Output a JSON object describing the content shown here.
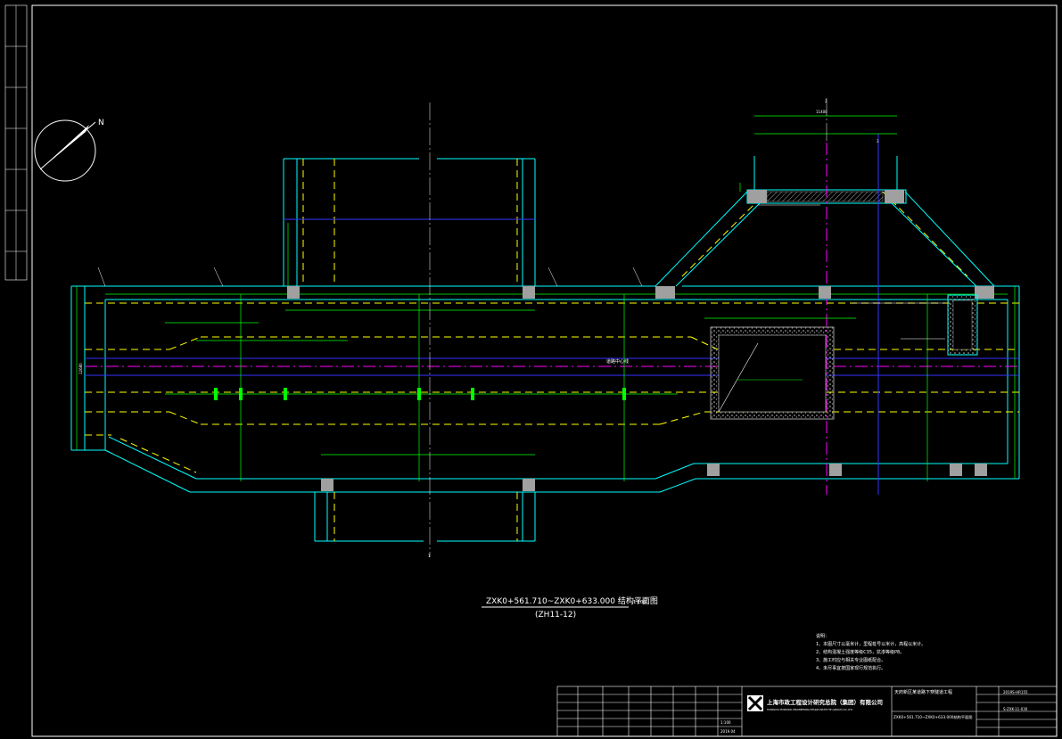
{
  "drawing": {
    "title_main": "ZXK0+561.710~ZXK0+633.000 结构平面图",
    "title_scale": "1:100",
    "title_sub": "(ZH11-12)",
    "north": "N",
    "notes_heading": "说明：",
    "notes": [
      "1、本图尺寸以毫米计，里程桩号以米计，高程以米计。",
      "2、结构混凝土强度等级C35，抗渗等级P8。",
      "3、施工时应与相关专业图纸配合。",
      "4、未尽事宜按国家现行规范执行。"
    ],
    "company": "上海市政工程设计研究总院（集团）有限公司",
    "company_en": "SHANGHAI MUNICIPAL ENGINEERING DESIGN INSTITUTE (GROUP) CO.,LTD.",
    "project": "天府新区某道路下穿隧道工程",
    "sheet_title": "ZXK0+561.710~ZXK0+633.000结构平面图",
    "drawing_no": "2019S-HR155",
    "sheet_no": "S-ZXK-11-030",
    "scale": "1:100",
    "date": "2019.04",
    "labels": {
      "center": "道路中心线",
      "dim_width": "12680",
      "dim_top": "11400",
      "axis_a": "1",
      "axis_b": "2",
      "axis_c": "3"
    },
    "colors": {
      "background": "#000000",
      "wall": "#00ffff",
      "yellow": "#ffff00",
      "green": "#00ff00",
      "magenta": "#ff00ff",
      "blue": "#3333ff",
      "white": "#ffffff",
      "gray": "#a0a0a0"
    }
  }
}
